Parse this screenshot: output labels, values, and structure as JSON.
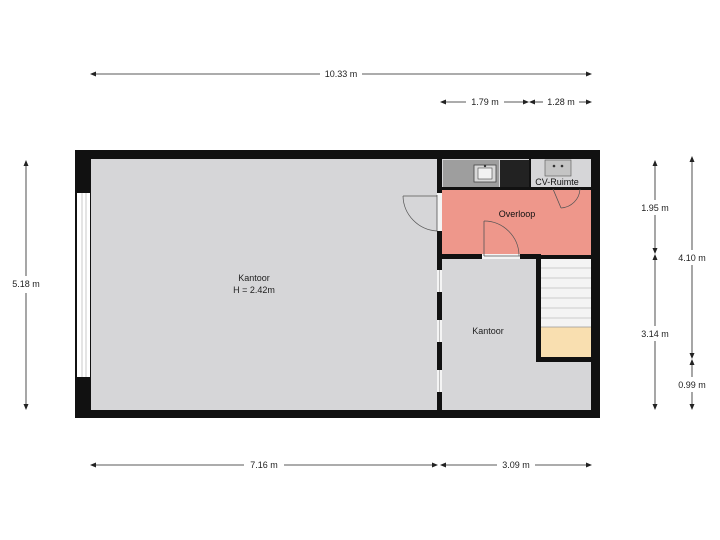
{
  "dimensions": {
    "total_width": "10.33 m",
    "top_right_a": "1.79 m",
    "top_right_b": "1.28 m",
    "bottom_left": "7.16 m",
    "bottom_right": "3.09 m",
    "left_height": "5.18 m",
    "right_a": "1.95 m",
    "right_b": "3.14 m",
    "right_total": "4.10 m",
    "right_c": "0.99 m"
  },
  "rooms": {
    "main_office": {
      "name": "Kantoor",
      "height": "H = 2.42m"
    },
    "landing": {
      "name": "Overloop"
    },
    "boiler_room": {
      "name": "CV-Ruimte"
    },
    "small_office": {
      "name": "Kantoor"
    }
  },
  "colors": {
    "wall": "#111111",
    "floor": "#d6d6d8",
    "landing": "#ee978b",
    "stairs_landing": "#f9dfb0",
    "kitchen": "#9e9e9e"
  }
}
